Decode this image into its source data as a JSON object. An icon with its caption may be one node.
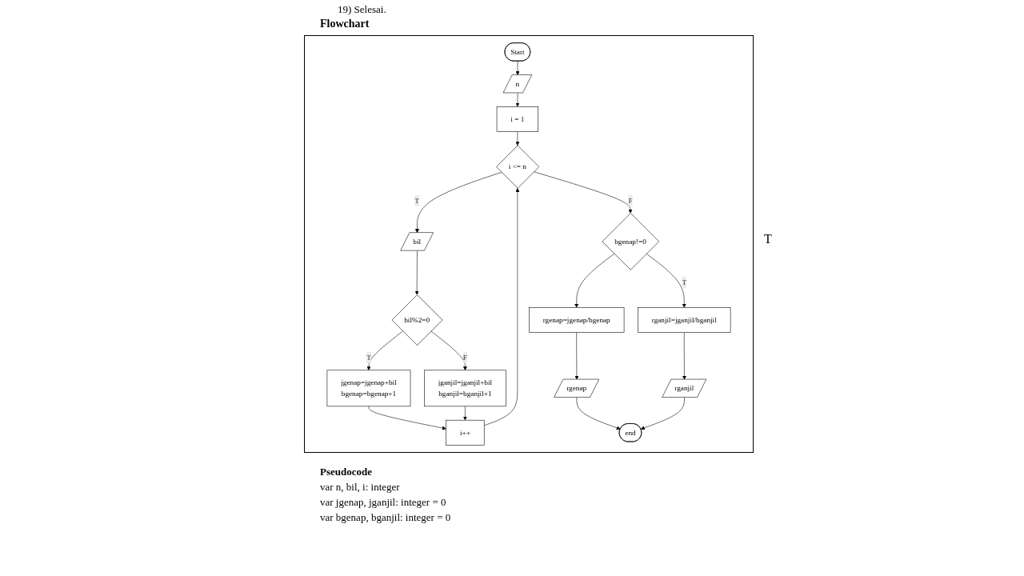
{
  "diagram": {
    "title": "Flowchart",
    "nodes": [
      {
        "text": [
          "Start"
        ]
      },
      {
        "text": [
          "n"
        ]
      },
      {
        "text": [
          "i = 1"
        ]
      },
      {
        "text": [
          "i <= n"
        ]
      },
      {
        "text": [
          "bil"
        ]
      },
      {
        "text": [
          "bil%2=0"
        ]
      },
      {
        "text": [
          "jgenap=jgenap+bil",
          "bgenap=bgenap+1"
        ]
      },
      {
        "text": [
          "jganjil=jganjil+bil",
          "bganjil=bganjil+1"
        ]
      },
      {
        "text": [
          "i++"
        ]
      },
      {
        "text": [
          "bgenap!=0"
        ]
      },
      {
        "text": [
          "rganjil=jganjil/bganjil"
        ]
      },
      {
        "text": [
          "rganjil"
        ]
      },
      {
        "text": [
          "rgenap=jgenap/bgenap"
        ]
      },
      {
        "text": [
          "rgenap"
        ]
      },
      {
        "text": [
          "end"
        ]
      }
    ],
    "edges": [
      {
        "from": 0,
        "to": 1,
        "arrow": "to"
      },
      {
        "from": 1,
        "to": 2,
        "arrow": "to"
      },
      {
        "from": 2,
        "to": 3,
        "arrow": "to"
      },
      {
        "from": 3,
        "to": 4,
        "label": "T",
        "arrow": "to"
      },
      {
        "from": 3,
        "to": 9,
        "label": "F",
        "arrow": "to"
      },
      {
        "from": 4,
        "to": 5,
        "arrow": "to"
      },
      {
        "from": 5,
        "to": 6,
        "label": "T",
        "arrow": "to"
      },
      {
        "from": 5,
        "to": 7,
        "label": "F",
        "arrow": "to"
      },
      {
        "from": 6,
        "to": 8,
        "arrow": "to"
      },
      {
        "from": 7,
        "to": 8,
        "arrow": "to"
      },
      {
        "from": 8,
        "to": 3,
        "arrow": "to"
      },
      {
        "from": 9,
        "to": 10,
        "label": "T",
        "arrow": "to"
      },
      {
        "from": 10,
        "to": 11,
        "arrow": "to"
      },
      {
        "from": 9,
        "to": 12,
        "arrow": "to"
      },
      {
        "from": 12,
        "to": 13,
        "arrow": "to"
      },
      {
        "from": 13,
        "to": 14,
        "arrow": "to"
      },
      {
        "from": 11,
        "to": 14,
        "arrow": "to"
      }
    ],
    "labels": [
      "19) Selesai.",
      "T",
      "Pseudocode",
      "var n, bil, i: integer",
      "var jgenap, jganjil: integer = 0",
      "var bgenap, bganjil: integer = 0"
    ]
  }
}
